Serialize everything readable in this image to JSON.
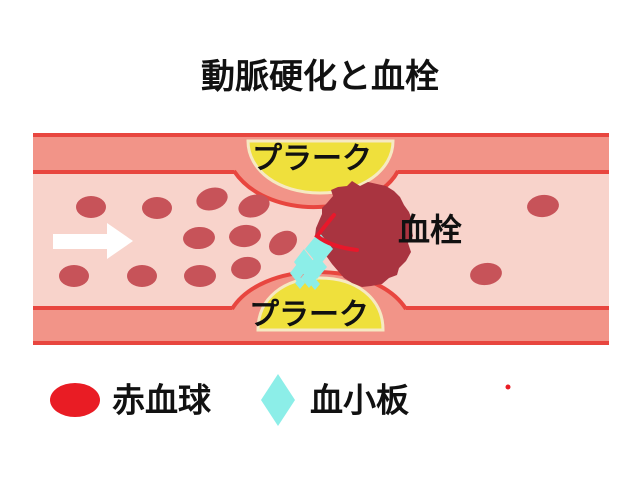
{
  "title": "動脈硬化と血栓",
  "vessel": {
    "plaque_top_label": "プラーク",
    "plaque_bottom_label": "プラーク",
    "thrombus_label": "血栓"
  },
  "legend": {
    "red_blood_cell_label": "赤血球",
    "platelet_label": "血小板"
  },
  "colors": {
    "background": "#ffffff",
    "vessel_wall": "#f29488",
    "vessel_line": "#e8463f",
    "lumen": "#f8d3cb",
    "plaque": "#efe03c",
    "plaque_rim": "#f6e9c2",
    "red_blood_cell": "#c75359",
    "thrombus": "#a93440",
    "platelet": "#8ceee8",
    "annotation": "#e8182b",
    "flow_arrow": "#ffffff",
    "legend_red_blood_cell": "#e91c24",
    "text": "#111111"
  }
}
